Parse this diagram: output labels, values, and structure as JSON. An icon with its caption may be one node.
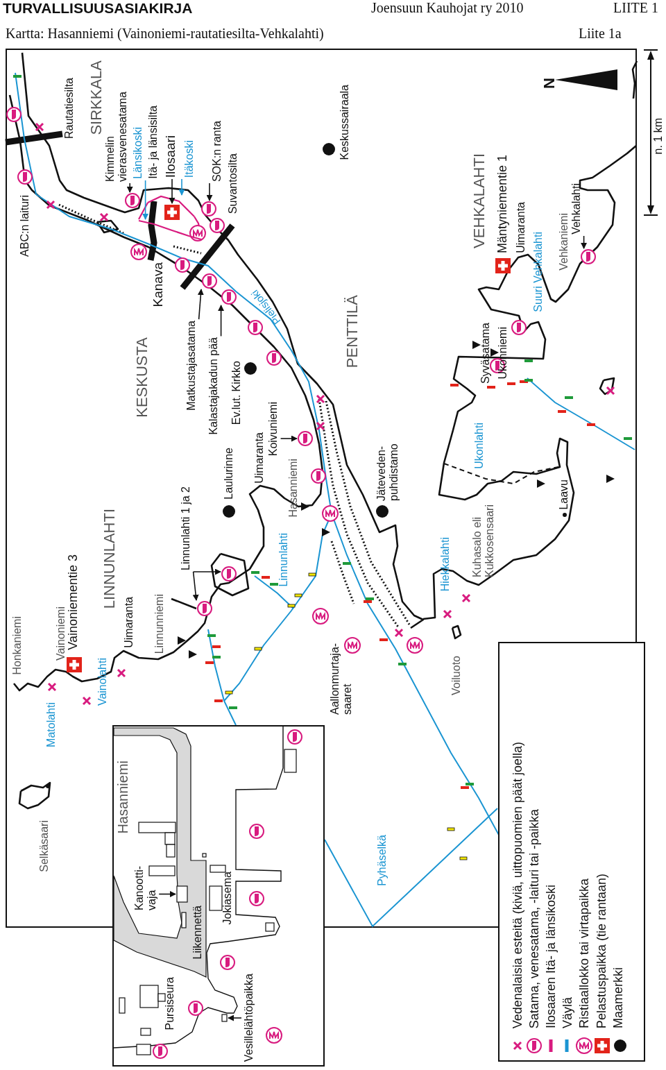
{
  "diagram": {
    "title": "TURVALLISUUSASIAKIRJA",
    "nodes": [
      {
        "text": [
          "Kimmelin vierasvenesatama"
        ]
      },
      {
        "text": [
          "Länsikoski"
        ]
      },
      {
        "text": [
          "Ilosaari"
        ]
      },
      {
        "text": [
          "Itäkoski"
        ]
      },
      {
        "text": [
          "SOK:n ranta"
        ]
      },
      {
        "text": [
          "Matkustajasatama"
        ]
      },
      {
        "text": [
          "Kalastajakadun pää"
        ]
      },
      {
        "text": [
          "Koivuniemi"
        ]
      },
      {
        "text": [
          "Linnunlahti 1 ja 2"
        ]
      },
      {
        "text": [
          "Vehkalahti"
        ]
      },
      {
        "text": [
          "Hasanniemi"
        ]
      },
      {
        "text": [
          "Kanootti- vaja"
        ],
        "in": 10
      },
      {
        "text": [
          "Vesillelähtöpaikka"
        ],
        "in": 10
      },
      {
        "text": [],
        "shape": "circle"
      },
      {
        "text": [],
        "shape": "line"
      },
      {
        "text": [],
        "shape": "box"
      },
      {
        "text": [],
        "shape": "line"
      },
      {
        "text": [],
        "shape": "circle"
      },
      {
        "text": [],
        "shape": "circle"
      },
      {
        "text": [],
        "shape": "circle"
      },
      {
        "text": [],
        "shape": "circle"
      },
      {
        "text": [],
        "shape": "circle"
      },
      {
        "text": [],
        "shape": "circle"
      },
      {
        "text": [],
        "shape": "circle"
      },
      {
        "text": [],
        "shape": "box",
        "in": 10
      },
      {
        "text": [],
        "shape": "box",
        "in": 10
      }
    ],
    "edges": [
      {
        "from": 0,
        "to": 13,
        "arrow": "to"
      },
      {
        "from": 1,
        "to": 16,
        "arrow": "to",
        "color": "#1b95d2"
      },
      {
        "from": 2,
        "to": 15,
        "arrow": "to"
      },
      {
        "from": 3,
        "to": 14,
        "arrow": "to",
        "color": "#1b95d2"
      },
      {
        "from": 4,
        "to": 17,
        "arrow": "to"
      },
      {
        "from": 5,
        "to": 18,
        "arrow": "to"
      },
      {
        "from": 6,
        "to": 19,
        "arrow": "to"
      },
      {
        "from": 7,
        "to": 20,
        "arrow": "to"
      },
      {
        "from": 8,
        "to": 21,
        "arrow": "to"
      },
      {
        "from": 8,
        "to": 22,
        "arrow": "to"
      },
      {
        "from": 9,
        "to": 23,
        "arrow": "to"
      },
      {
        "from": 11,
        "to": 24,
        "arrow": "to"
      },
      {
        "from": 12,
        "to": 25,
        "arrow": "to"
      }
    ],
    "labels": [
      "Joensuun Kauhojat ry 2010",
      "LIITE 1",
      "Kartta: Hasanniemi (Vainoniemi-rautatiesilta-Vehkalahti)",
      "Liite 1a",
      "ABC:n laituri",
      "Rautatiesilta",
      "SIRKKALA",
      "Itä- ja länsisilta",
      "Suvantosilta",
      "Kanava",
      "KESKUSTA",
      "Pielisjoki",
      "Ev.lut. Kirkko",
      "Keskussairaala",
      "PENTTILÄ",
      "Laulurinne",
      "Uimaranta",
      "Hasanniemi",
      "Linnunlahti",
      "Jäteveden- puhdistamo",
      "Ukonlahti",
      "Laavu",
      "Hiekkalahti",
      "Kuhasalo eli Kukkosensaari",
      "Voiluoto",
      "Aallonmurtaja- saaret",
      "Honkaniemi",
      "Vainoniemi",
      "Vainoniementie 3",
      "LINNUNLAHTI",
      "Uimaranta",
      "Linnunniemi",
      "Vainolahti",
      "Matolahti",
      "Selkäsaari",
      "Pyhäselkä",
      "VEHKALAHTI",
      "Mäntyniementie 1",
      "Uimaranta",
      "Suuri Vehkalahti",
      "Vehkaniemi",
      "Syväsatama",
      "Ukonniemi",
      "N",
      "n. 1 km",
      "Liikennettä",
      "Jokiasema",
      "Pursiseura"
    ],
    "legend": [
      {
        "text": "Vedenalaisia esteitä (kiviä, uittopuomien päät joella)"
      },
      {
        "text": "Satama, venesatama, -laituri tai -paikka"
      },
      {
        "text": "Ilosaaren Itä- ja länsikoski",
        "color": "#d81b7f"
      },
      {
        "text": "Väylä",
        "color": "#1b95d2"
      },
      {
        "text": "Ristiaallokko tai virtapaikka"
      },
      {
        "text": "Pelastuspaikka (tie rantaan)"
      },
      {
        "text": "Maamerkki"
      }
    ]
  }
}
